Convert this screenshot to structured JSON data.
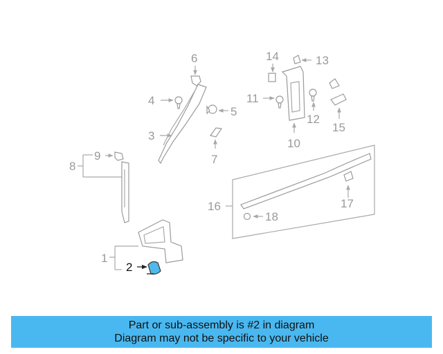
{
  "diagram": {
    "callouts": [
      "1",
      "2",
      "3",
      "4",
      "5",
      "6",
      "7",
      "8",
      "9",
      "10",
      "11",
      "12",
      "13",
      "14",
      "15",
      "16",
      "17",
      "18"
    ],
    "highlighted_callout": "2",
    "highlight_color": "#4fb9ec"
  },
  "banner": {
    "line1": "Part or sub-assembly is #2 in diagram",
    "line2": "Diagram may not be specific to your vehicle",
    "background": "#4ab8f0"
  }
}
